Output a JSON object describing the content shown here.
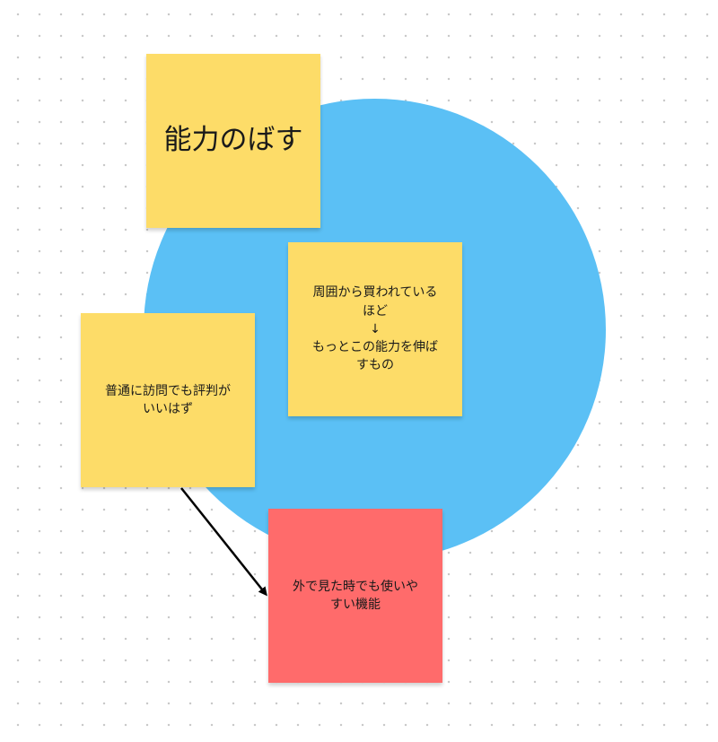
{
  "notes": {
    "title": "能力のばす",
    "note1": "周囲から買われている\nほど\n↓\nもっとこの能力を伸ば\nすもの",
    "note2": "普通に訪問でも評判が\nいいはず",
    "note3": "外で見た時でも使いや\nすい機能"
  },
  "colors": {
    "circle": "#5bc0f5",
    "sticky_yellow": "#fddc68",
    "sticky_red": "#ff6b6b",
    "arrow": "#000000"
  }
}
